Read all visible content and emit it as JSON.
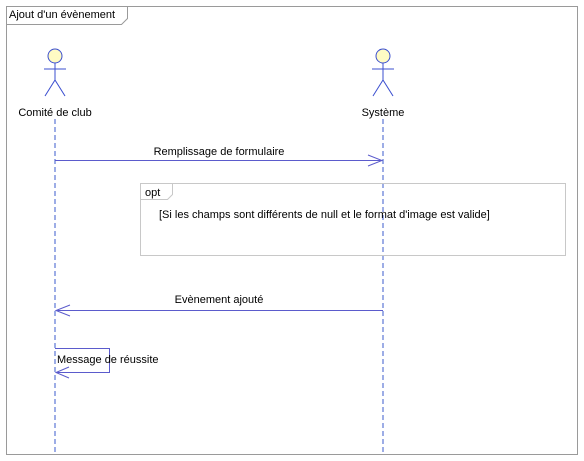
{
  "diagram": {
    "frame_title": "Ajout d'un évènement",
    "actors": [
      {
        "id": "comite",
        "name": "Comité de club"
      },
      {
        "id": "systeme",
        "name": "Système"
      }
    ],
    "messages": [
      {
        "from": "comite",
        "to": "systeme",
        "label": "Remplissage de formulaire",
        "kind": "open-arrow"
      },
      {
        "from": "systeme",
        "to": "comite",
        "label": "Evènement ajouté",
        "kind": "open-arrow"
      },
      {
        "from": "comite",
        "to": "comite",
        "label": "Message de réussite",
        "kind": "self"
      }
    ],
    "fragment": {
      "operator": "opt",
      "guard": "[Si les champs sont différents de null et  le format d'image est valide]"
    }
  },
  "colors": {
    "lifeline": "#3b5bcc",
    "message": "#5b5bcc",
    "frame_border": "#9a9a9a",
    "fragment_border": "#c8c8c8",
    "actor_head_fill": "#fffbc4",
    "actor_stroke": "#3b4fcf",
    "text": "#000000"
  }
}
